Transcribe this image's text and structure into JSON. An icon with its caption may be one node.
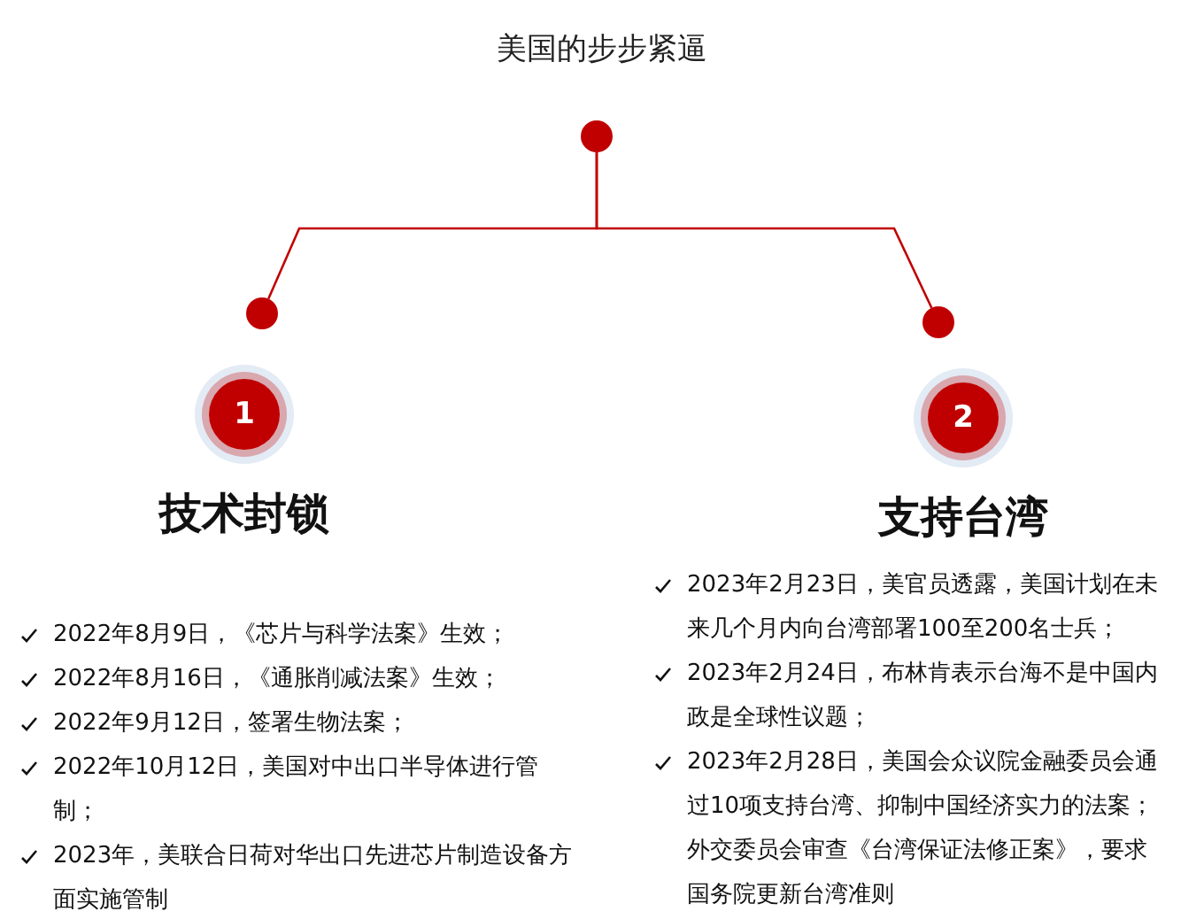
{
  "diagram": {
    "title": "美国的步步紧逼",
    "nodes": [
      {
        "text": [],
        "shape": "circle"
      },
      {
        "text": [],
        "shape": "circle"
      },
      {
        "text": [],
        "shape": "circle"
      },
      {
        "text": [
          "1"
        ],
        "beside": [
          "技术封锁"
        ]
      },
      {
        "text": [
          "2"
        ],
        "beside": [
          "支持台湾"
        ]
      }
    ],
    "edges": [
      {
        "from": 0,
        "to": 1,
        "arrow": "none"
      },
      {
        "from": 0,
        "to": 2,
        "arrow": "none"
      }
    ],
    "labels": [
      "2022年8月9日，《芯片与科学法案》生效；",
      "2022年8月16日，《通胀削减法案》生效；",
      "2022年9月12日，签署生物法案；",
      "2022年10月12日，美国对中出口半导体进行管制；",
      "2023年，美联合日荷对华出口先进芯片制造设备方面实施管制",
      "2023年2月23日，美官员透露，美国计划在未来几个月内向台湾部署100至200名士兵；",
      "2023年2月24日，布林肯表示台海不是中国内政是全球性议题；",
      "2023年2月28日，美国会众议院金融委员会通过10项支持台湾、抑制中国经济实力的法案；外交委员会审查《台湾保证法修正案》，要求国务院更新台湾准则"
    ]
  }
}
